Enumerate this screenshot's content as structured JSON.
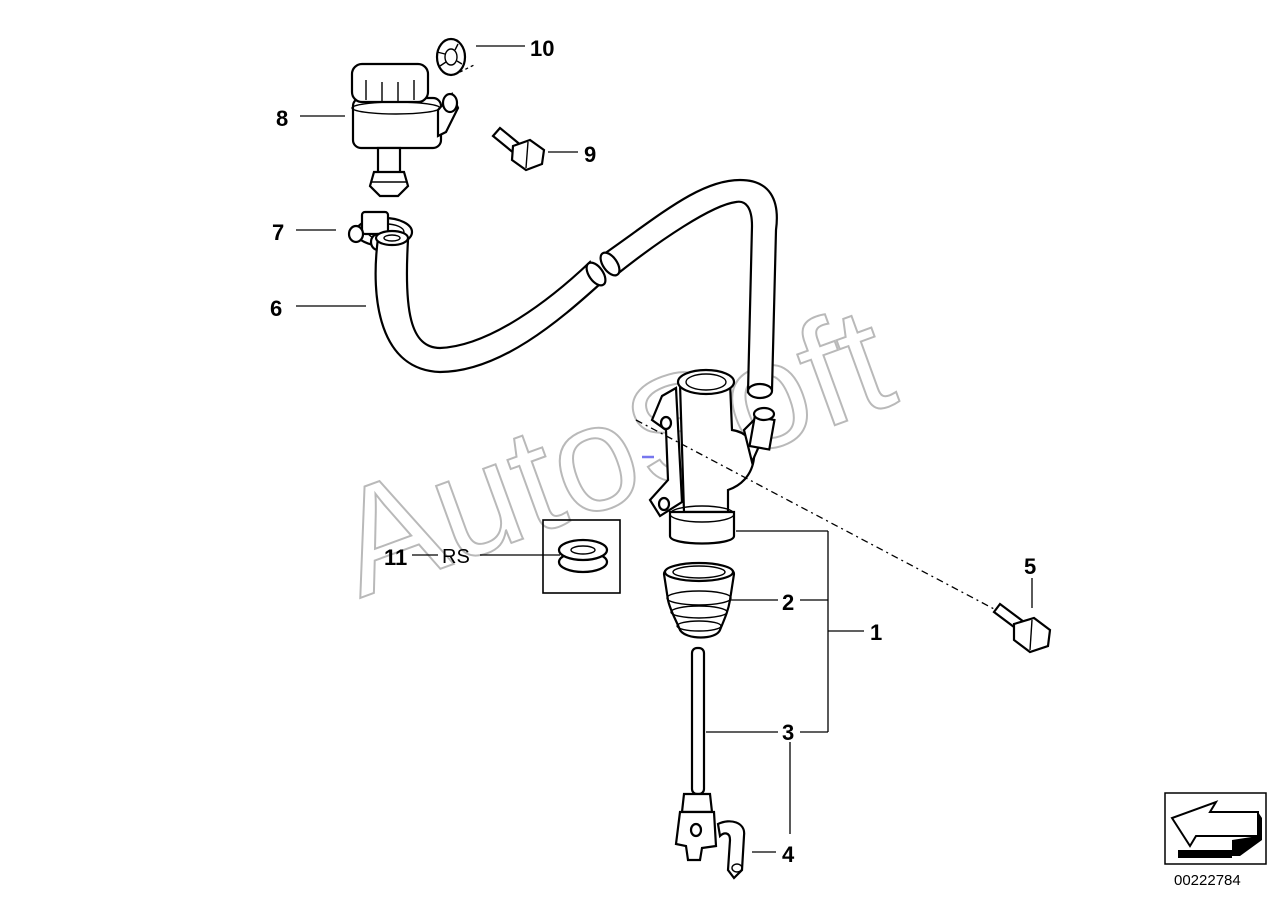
{
  "callouts": [
    {
      "id": "p1",
      "label": "1"
    },
    {
      "id": "p2",
      "label": "2"
    },
    {
      "id": "p3",
      "label": "3"
    },
    {
      "id": "p4",
      "label": "4"
    },
    {
      "id": "p5",
      "label": "5"
    },
    {
      "id": "p6",
      "label": "6"
    },
    {
      "id": "p7",
      "label": "7"
    },
    {
      "id": "p8",
      "label": "8"
    },
    {
      "id": "p9",
      "label": "9"
    },
    {
      "id": "p10",
      "label": "10"
    },
    {
      "id": "p11",
      "label": "11"
    }
  ],
  "rs_note": "RS",
  "watermark": "AutoSoft",
  "figure_number": "00222784",
  "icons": [
    "reservoir-icon",
    "hose-icon",
    "clamp-icon",
    "bolt-icon",
    "washer-icon",
    "master-cylinder-icon",
    "boot-icon",
    "push-rod-icon",
    "clevis-icon",
    "grommet-icon",
    "direction-arrow-icon"
  ]
}
